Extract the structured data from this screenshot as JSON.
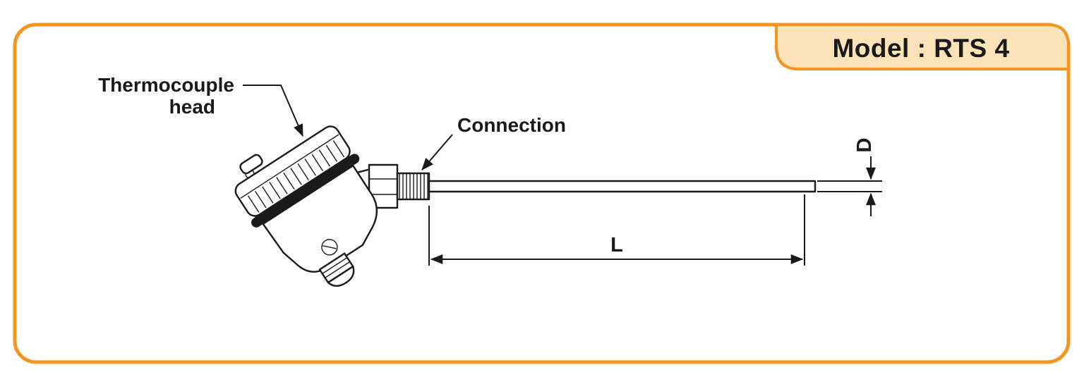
{
  "model_tab": {
    "label": "Model : RTS 4"
  },
  "labels": {
    "head_line1": "Thermocouple",
    "head_line2": "head",
    "connection": "Connection",
    "length": "L",
    "diameter": "D"
  },
  "colors": {
    "accent": "#F7941D",
    "tabFill": "#FCE3BA",
    "ink": "#1A1A1A"
  }
}
